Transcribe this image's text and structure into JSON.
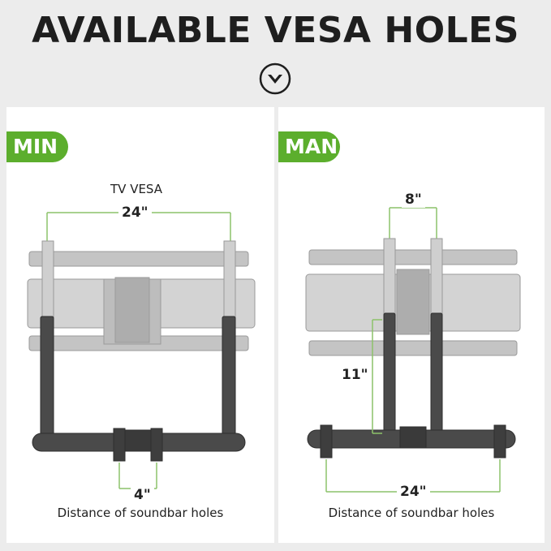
{
  "header": {
    "title": "AVAILABLE VESA HOLES",
    "arrow_icon": "chevron-down-circle-icon"
  },
  "colors": {
    "accent_green": "#5cae2d",
    "guide_line": "#8cc26a",
    "mount_gray": "#bdbdbd",
    "bracket_dark": "#4a4a4a"
  },
  "left_panel": {
    "badge": "MIN",
    "vesa_label": "TV VESA",
    "top_dimension": "24\"",
    "bottom_dimension": "4\"",
    "caption": "Distance of soundbar holes"
  },
  "right_panel": {
    "badge": "MAN",
    "top_dimension": "8\"",
    "side_dimension": "11\"",
    "bottom_dimension": "24\"",
    "caption": "Distance of soundbar holes"
  }
}
